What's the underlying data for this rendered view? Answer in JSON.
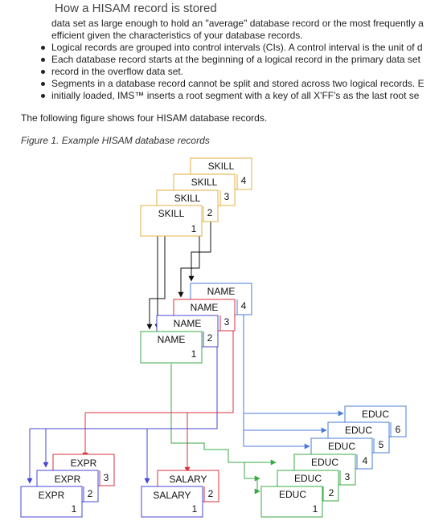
{
  "section_title": "How a HISAM record is stored",
  "intro_text": "data set as large enough to hold an \"average\" database record or the most frequently a",
  "intro_text_2": "efficient given the characteristics of your database records.",
  "bullets": [
    "Logical records are grouped into control intervals (CIs). A control interval is the unit of d",
    "Each database record starts at the beginning of a logical record in the primary data set",
    "record in the overflow data set.",
    "Segments in a database record cannot be split and stored across two logical records. E",
    "initially loaded, IMS™ inserts a root segment with a key of all X'FF's as the last root se"
  ],
  "paragraph": "The following figure shows four HISAM database records.",
  "figure_caption": "Figure 1. Example HISAM database records",
  "figure": {
    "colors": {
      "record_1": "#3aa845",
      "record_2": "#4747d6",
      "record_3": "#d8323f",
      "record_4": "#4a7cd8",
      "skill_box": "#e0b040",
      "connector": "#111111"
    },
    "skill": {
      "label": "SKILL",
      "numbers": [
        "1",
        "2",
        "3",
        "4"
      ]
    },
    "name": {
      "label": "NAME",
      "numbers": [
        "1",
        "2",
        "3",
        "4"
      ]
    },
    "expr": {
      "label": "EXPR",
      "numbers": [
        "1",
        "2",
        "3"
      ]
    },
    "salary": {
      "label": "SALARY",
      "numbers": [
        "1",
        "2"
      ]
    },
    "educ": {
      "label": "EDUC",
      "numbers": [
        "1",
        "2",
        "3",
        "4",
        "5",
        "6"
      ]
    }
  }
}
